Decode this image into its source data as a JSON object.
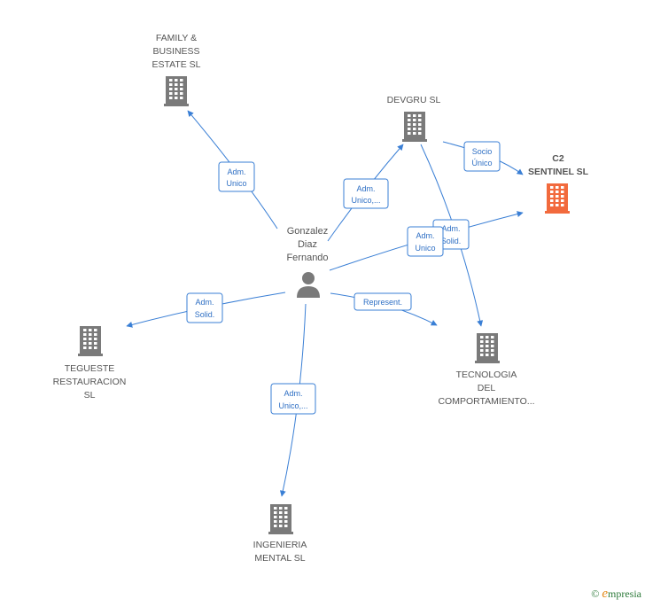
{
  "person": {
    "name_lines": [
      "Gonzalez",
      "Diaz",
      "Fernando"
    ],
    "icon": "person-icon"
  },
  "companies": [
    {
      "id": "family",
      "name_lines": [
        "FAMILY &",
        "BUSINESS",
        "ESTATE  SL"
      ],
      "highlight": false
    },
    {
      "id": "devgru",
      "name_lines": [
        "DEVGRU  SL"
      ],
      "highlight": false
    },
    {
      "id": "c2",
      "name_lines": [
        "C2",
        "SENTINEL  SL"
      ],
      "highlight": true
    },
    {
      "id": "tegueste",
      "name_lines": [
        "TEGUESTE",
        "RESTAURACION",
        "SL"
      ],
      "highlight": false
    },
    {
      "id": "tecnologia",
      "name_lines": [
        "TECNOLOGIA",
        "DEL",
        "COMPORTAMIENTO..."
      ],
      "highlight": false
    },
    {
      "id": "ingenieria",
      "name_lines": [
        "INGENIERIA",
        "MENTAL  SL"
      ],
      "highlight": false
    }
  ],
  "relations": [
    {
      "id": "r-family",
      "label_lines": [
        "Adm.",
        "Unico"
      ]
    },
    {
      "id": "r-devgru",
      "label_lines": [
        "Adm.",
        "Unico,..."
      ]
    },
    {
      "id": "r-devgru-c2",
      "label_lines": [
        "Socio",
        "Único"
      ]
    },
    {
      "id": "r-devgru-tec",
      "label_lines": [
        "Adm.",
        "Solid."
      ]
    },
    {
      "id": "r-c2",
      "label_lines": [
        "Adm.",
        "Unico"
      ]
    },
    {
      "id": "r-tegueste",
      "label_lines": [
        "Adm.",
        "Solid."
      ]
    },
    {
      "id": "r-tecnologia",
      "label_lines": [
        "Represent."
      ]
    },
    {
      "id": "r-ingenieria",
      "label_lines": [
        "Adm.",
        "Unico,..."
      ]
    }
  ],
  "colors": {
    "edge": "#3a7fd5",
    "building": "#7a7a7a",
    "building_highlight": "#f26a3d",
    "person": "#7a7a7a"
  },
  "watermark": {
    "symbol": "©",
    "brand_initial": "e",
    "brand_rest": "mpresia"
  }
}
